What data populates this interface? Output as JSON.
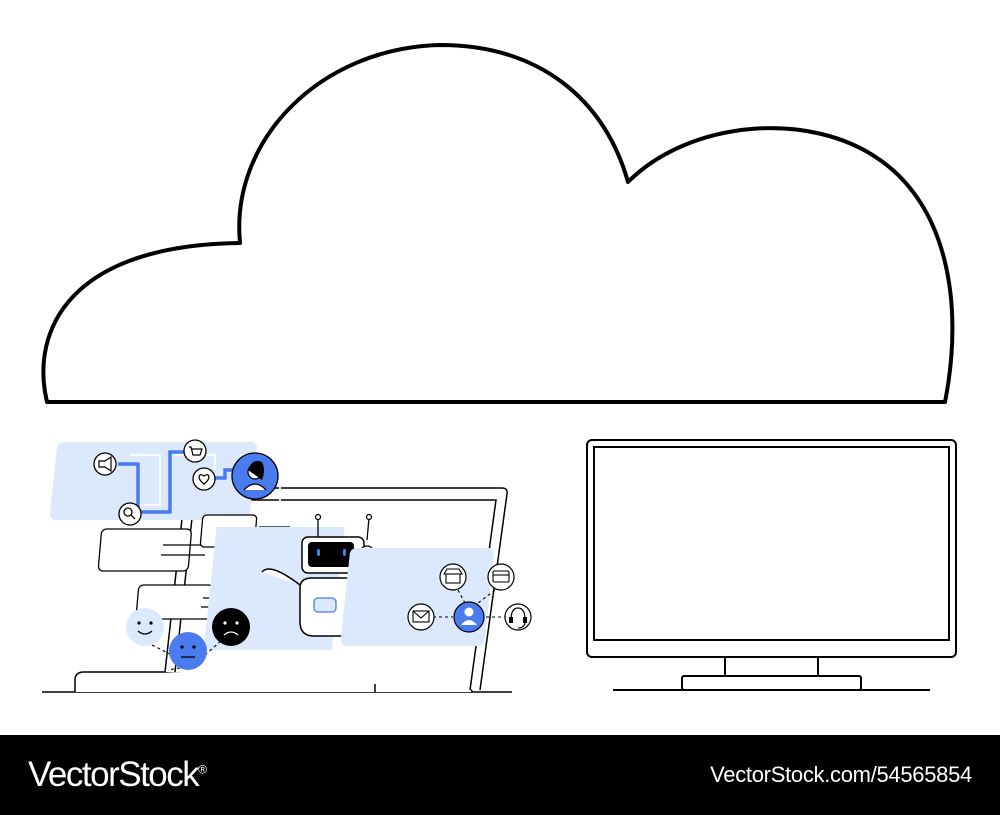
{
  "colors": {
    "ink": "#000000",
    "accent_blue": "#4a7cf0",
    "pale_blue": "#dce8fc",
    "footer_bg": "#000000",
    "footer_text": "#ffffff",
    "paper": "#ffffff"
  },
  "illustration": {
    "cloud": {
      "shape": "outline"
    },
    "laptop": {
      "workflow_icons": [
        "megaphone-icon",
        "search-icon",
        "shopping-cart-icon",
        "heart-icon",
        "user-avatar-icon"
      ],
      "chat_bubbles": 4,
      "robot": {
        "eyes": "blue"
      },
      "emoji_faces": [
        "smile-face-icon",
        "neutral-face-icon",
        "sad-face-icon"
      ],
      "network_icons": [
        "store-icon",
        "credit-card-icon",
        "mail-icon",
        "user-icon",
        "headset-icon"
      ]
    },
    "monitor": {
      "screen": "blank"
    }
  },
  "footer": {
    "brand": "VectorStock",
    "brand_mark": "®",
    "asset_id": "VectorStock.com/54565854"
  }
}
